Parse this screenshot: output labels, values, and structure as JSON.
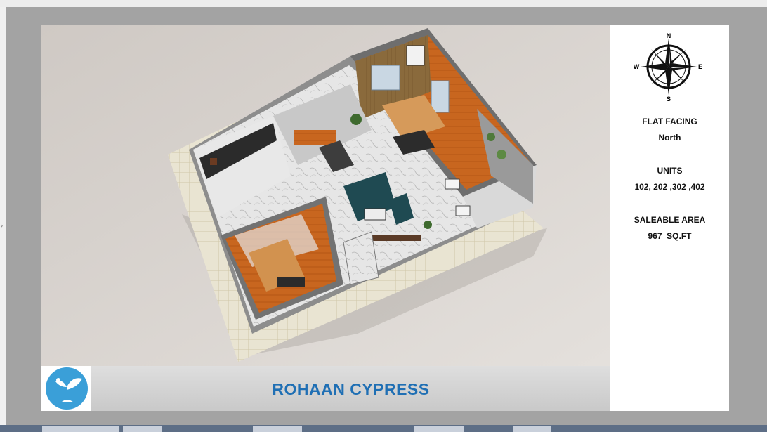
{
  "project": {
    "name": "ROHAAN CYPRESS"
  },
  "compass": {
    "north": "N",
    "south": "S",
    "east": "E",
    "west": "W"
  },
  "info": {
    "facing_label": "FLAT FACING",
    "facing_value": "North",
    "units_label": "UNITS",
    "units_value": "102, 202 ,302 ,402",
    "area_label": "SALEABLE AREA",
    "area_value": "967  SQ.FT"
  },
  "colors": {
    "title_blue": "#1f6fb4",
    "logo_blue": "#3a9fd8",
    "floor_grey": "#dcdcdc",
    "wood_orange": "#c96a23"
  },
  "icons": {
    "logo": "tree-logo-icon",
    "compass": "compass-rose-icon"
  }
}
